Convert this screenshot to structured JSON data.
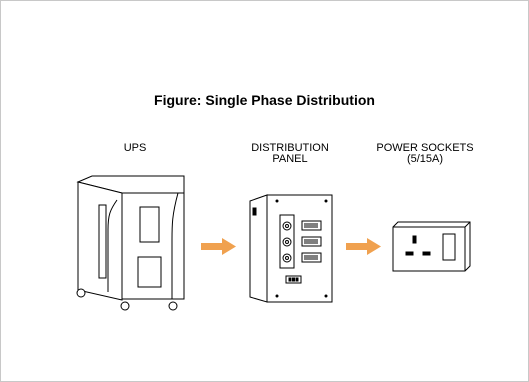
{
  "diagram": {
    "title": "Figure: Single Phase Distribution",
    "labels": {
      "ups": "UPS",
      "panel_line1": "DISTRIBUTION",
      "panel_line2": "PANEL",
      "sockets_line1": "POWER SOCKETS",
      "sockets_line2": "(5/15A)"
    },
    "arrow_color": "#f0a14f",
    "line_color": "#000000"
  }
}
